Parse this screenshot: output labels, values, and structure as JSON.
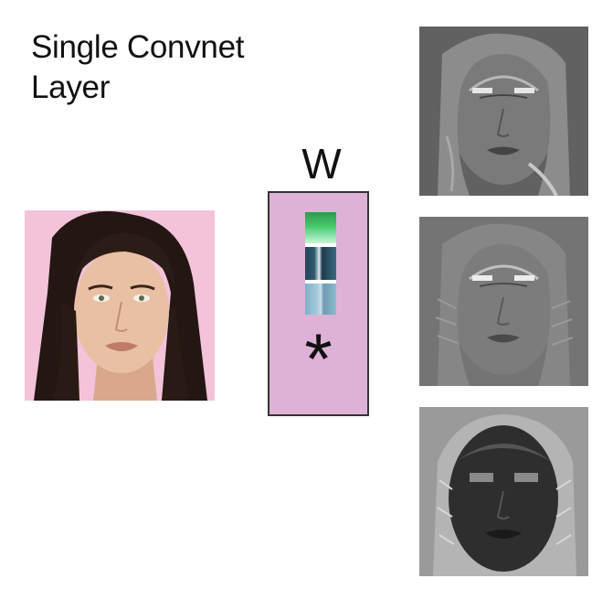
{
  "title": {
    "line1": "Single Convnet",
    "line2": "Layer"
  },
  "filter": {
    "label": "W",
    "operator": "*",
    "box_color": "#ddb2d6",
    "kernel_colors": [
      "#40c864",
      "#2a4a5e",
      "#9ac2d6"
    ]
  },
  "input_image": {
    "background": "#f2c3d9",
    "hair": "#241612",
    "skin": "#e9c0a4"
  },
  "feature_maps": [
    {
      "tone": "gray"
    },
    {
      "tone": "gray"
    },
    {
      "tone": "dark"
    }
  ]
}
